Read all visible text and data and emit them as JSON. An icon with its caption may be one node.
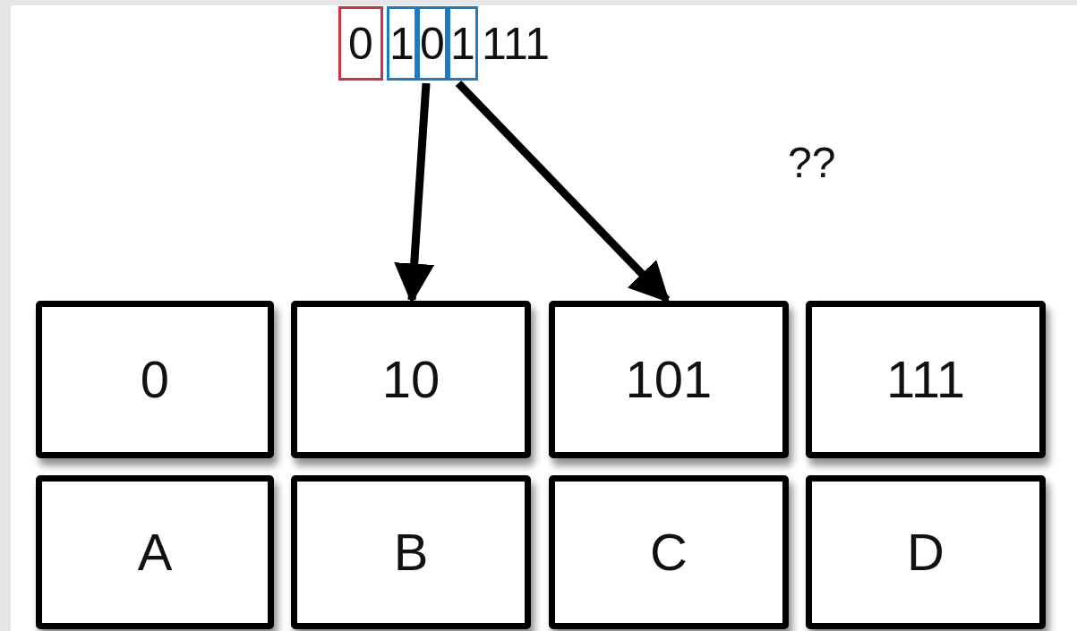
{
  "diagram": {
    "nodes": [
      {
        "text": [
          "0"
        ]
      },
      {
        "text": [
          "1"
        ]
      },
      {
        "text": [
          "0"
        ]
      },
      {
        "text": [
          "1"
        ]
      },
      {
        "text": [
          "0"
        ]
      },
      {
        "text": [
          "10"
        ]
      },
      {
        "text": [
          "101"
        ]
      },
      {
        "text": [
          "111"
        ]
      },
      {
        "text": [
          "A"
        ]
      },
      {
        "text": [
          "B"
        ]
      },
      {
        "text": [
          "C"
        ]
      },
      {
        "text": [
          "D"
        ]
      }
    ],
    "edges": [
      {
        "from": 2,
        "to": 5,
        "arrow": "to"
      },
      {
        "from": 3,
        "to": 6,
        "arrow": "to"
      }
    ],
    "labels": [
      "111",
      "??"
    ]
  }
}
